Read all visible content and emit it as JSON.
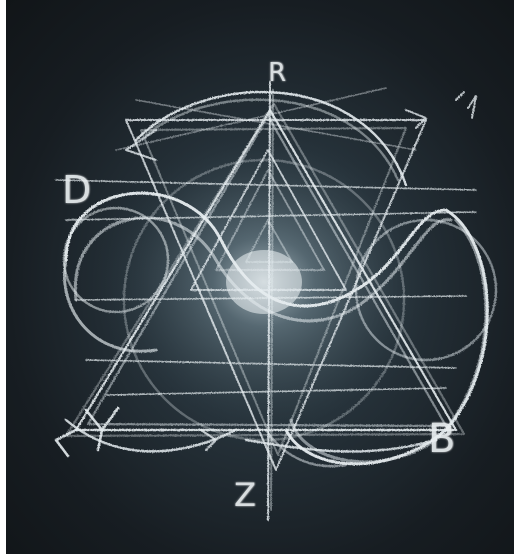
{
  "image": {
    "kind": "chalkboard sketch",
    "colors": {
      "board": "#1b2227",
      "chalk": "#eaf0f2",
      "glow": "#6f8894"
    }
  },
  "labels": {
    "r": "R",
    "d": "D",
    "b": "B",
    "z": "Z"
  }
}
